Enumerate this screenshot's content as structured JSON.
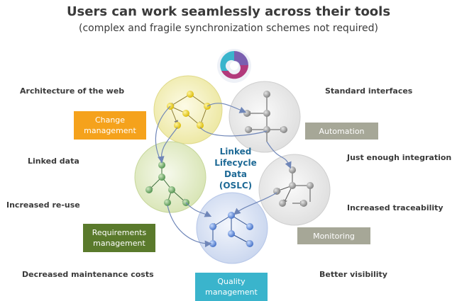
{
  "header": {
    "title": "Users can work seamlessly across their tools",
    "subtitle": "(complex and fragile synchronization schemes not required)"
  },
  "center": {
    "lines": [
      "Linked",
      "Lifecycle",
      "Data",
      "(OSLC)"
    ]
  },
  "benefits": {
    "architecture": "Architecture of the web",
    "linked_data": "Linked data",
    "reuse": "Increased re-use",
    "maintenance": "Decreased maintenance costs",
    "standard_interfaces": "Standard interfaces",
    "integration": "Just enough integration",
    "traceability": "Increased traceability",
    "visibility": "Better visibility"
  },
  "tools": {
    "change": {
      "lines": [
        "Change",
        "management"
      ],
      "color": "#f5a21c",
      "text_color": "#ffffff"
    },
    "automation": {
      "lines": [
        "Automation"
      ],
      "color": "#a6a797",
      "text_color": "#ffffff"
    },
    "requirements": {
      "lines": [
        "Requirements",
        "management"
      ],
      "color": "#5a7a2c",
      "text_color": "#ffffff"
    },
    "monitoring": {
      "lines": [
        "Monitoring"
      ],
      "color": "#a6a797",
      "text_color": "#ffffff"
    },
    "quality": {
      "lines": [
        "Quality",
        "management"
      ],
      "color": "#3ab4cc",
      "text_color": "#ffffff"
    }
  },
  "colors": {
    "yellow_circle": "#f2eeb0",
    "gray_circle": "#e6e6e6",
    "green_circle": "#dfe9c0",
    "blue_circle": "#cfdaef",
    "arrows": "#6f86b8",
    "center_text": "#1f6a96"
  },
  "logo": {
    "name": "oslc-logo"
  }
}
